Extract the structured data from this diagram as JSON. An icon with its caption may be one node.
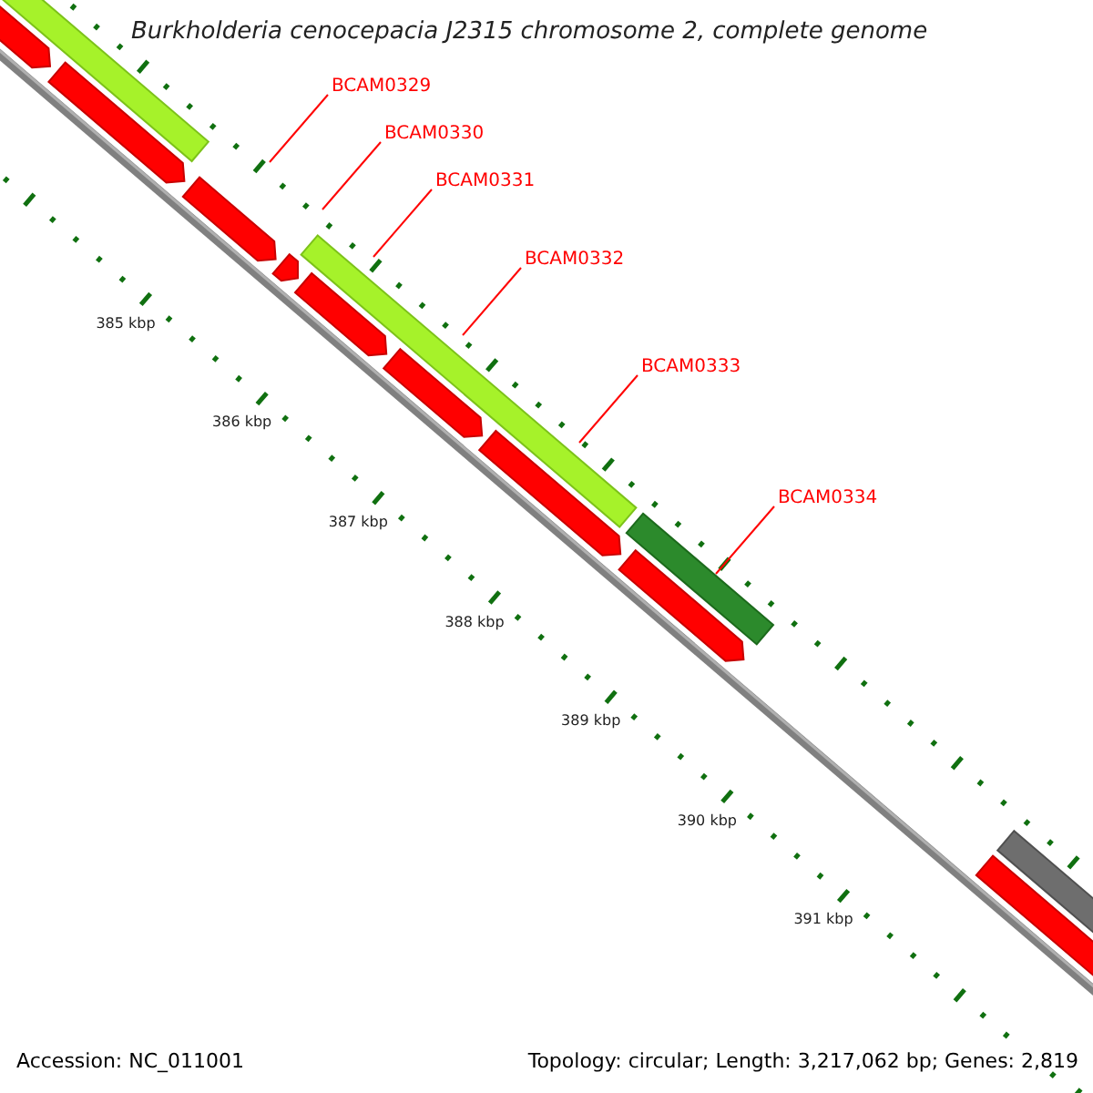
{
  "diagram": {
    "title": "Burkholderia cenocepacia J2315 chromosome 2, complete genome",
    "nodes": [
      {
        "text": [
          "BCAM0329"
        ]
      },
      {
        "text": [
          "BCAM0330"
        ]
      },
      {
        "text": [
          "BCAM0331"
        ]
      },
      {
        "text": [
          "BCAM0332"
        ]
      },
      {
        "text": [
          "BCAM0333"
        ]
      },
      {
        "text": [
          "BCAM0334"
        ]
      }
    ],
    "edges": [
      {
        "from": 0,
        "to": null,
        "arrow": "none"
      },
      {
        "from": 1,
        "to": null,
        "arrow": "none"
      },
      {
        "from": 2,
        "to": null,
        "arrow": "none"
      },
      {
        "from": 3,
        "to": null,
        "arrow": "none"
      },
      {
        "from": 4,
        "to": null,
        "arrow": "none"
      },
      {
        "from": 5,
        "to": null,
        "arrow": "none"
      }
    ],
    "labels": [
      "385 kbp",
      "386 kbp",
      "387 kbp",
      "388 kbp",
      "389 kbp",
      "390 kbp",
      "391 kbp",
      "Accession: NC_011001",
      "Topology: circular; Length: 3,217,062 bp; Genes: 2,819"
    ]
  }
}
